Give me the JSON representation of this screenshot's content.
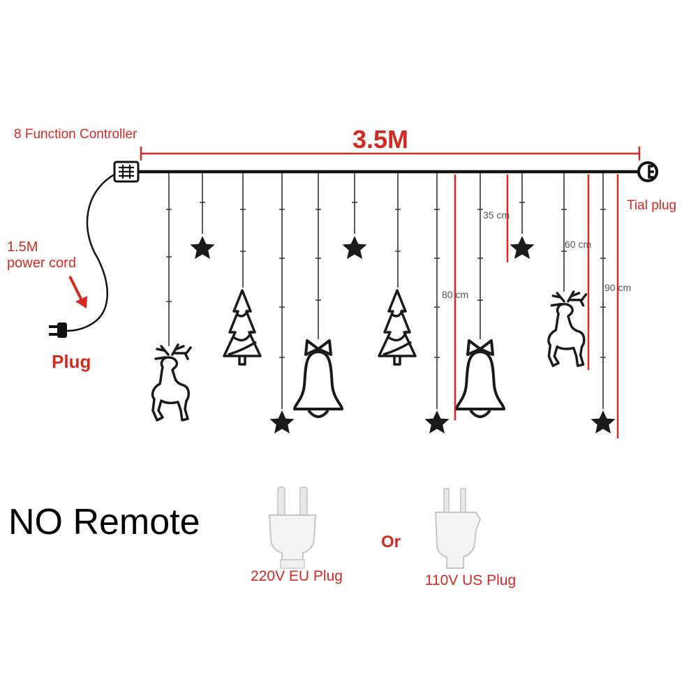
{
  "labels": {
    "controller": "8 Function Controller",
    "length": "3.5M",
    "power_cord_line1": "1.5M",
    "power_cord_line2": "power cord",
    "plug": "Plug",
    "tail_plug": "Tial plug",
    "d35": "35 cm",
    "d60": "60 cm",
    "d80": "80 cm",
    "d90": "90 cm",
    "no_remote": "NO Remote",
    "or": "Or",
    "eu_plug": "220V EU Plug",
    "us_plug": "110V US Plug"
  },
  "colors": {
    "accent": "#d42a22",
    "line": "#111111",
    "ornament": "#1a1a1a"
  },
  "icons": {
    "controller": "controller-box-icon",
    "plug": "power-plug-icon",
    "tail_plug": "tail-plug-icon",
    "star": "star-icon",
    "tree": "christmas-tree-icon",
    "bell": "bell-icon",
    "reindeer": "reindeer-icon",
    "eu_plug": "eu-plug-icon",
    "us_plug": "us-plug-icon"
  }
}
